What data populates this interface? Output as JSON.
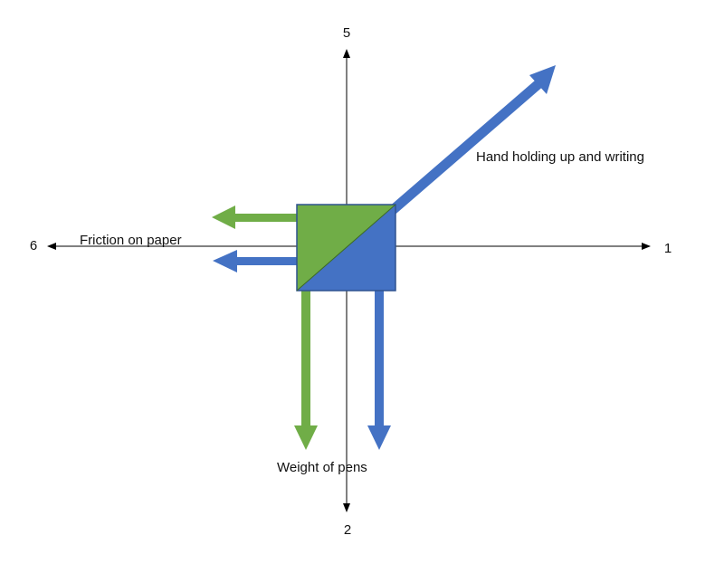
{
  "axes": {
    "top_label": "5",
    "bottom_label": "2",
    "left_label": "6",
    "right_label": "1"
  },
  "labels": {
    "hand": "Hand holding up and writing",
    "friction": "Friction on paper",
    "weight": "Weight of pens"
  },
  "colors": {
    "green": "#70ad47",
    "blue": "#4472c4",
    "axis": "#000000"
  }
}
